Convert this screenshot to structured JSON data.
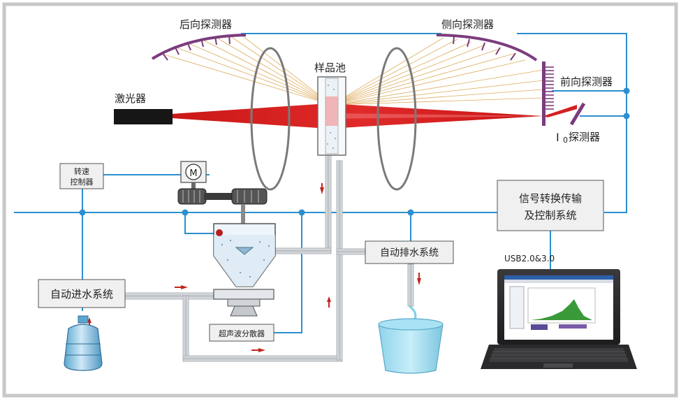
{
  "labels": {
    "back_detector": "后向探测器",
    "side_detector": "侧向探测器",
    "sample_cell": "样品池",
    "front_detector": "前向探测器",
    "laser": "激光器",
    "i0_main": "I",
    "i0_sub": "0",
    "i0_rest": "探测器",
    "speed_line1": "转速",
    "speed_line2": "控制器",
    "motor": "M",
    "signal_line1": "信号转换传输",
    "signal_line2": "及控制系统",
    "usb": "USB2.0&3.0",
    "auto_drain": "自动排水系统",
    "auto_inlet": "自动进水系统",
    "ultrasonic": "超声波分散器"
  },
  "colors": {
    "wire": "#2b8fd1",
    "laser": "#d42020",
    "detector": "#7b3c7d",
    "pipe": "#c9cdd1",
    "box_fill": "#f0f0f0",
    "frame": "#c8c8c8"
  }
}
